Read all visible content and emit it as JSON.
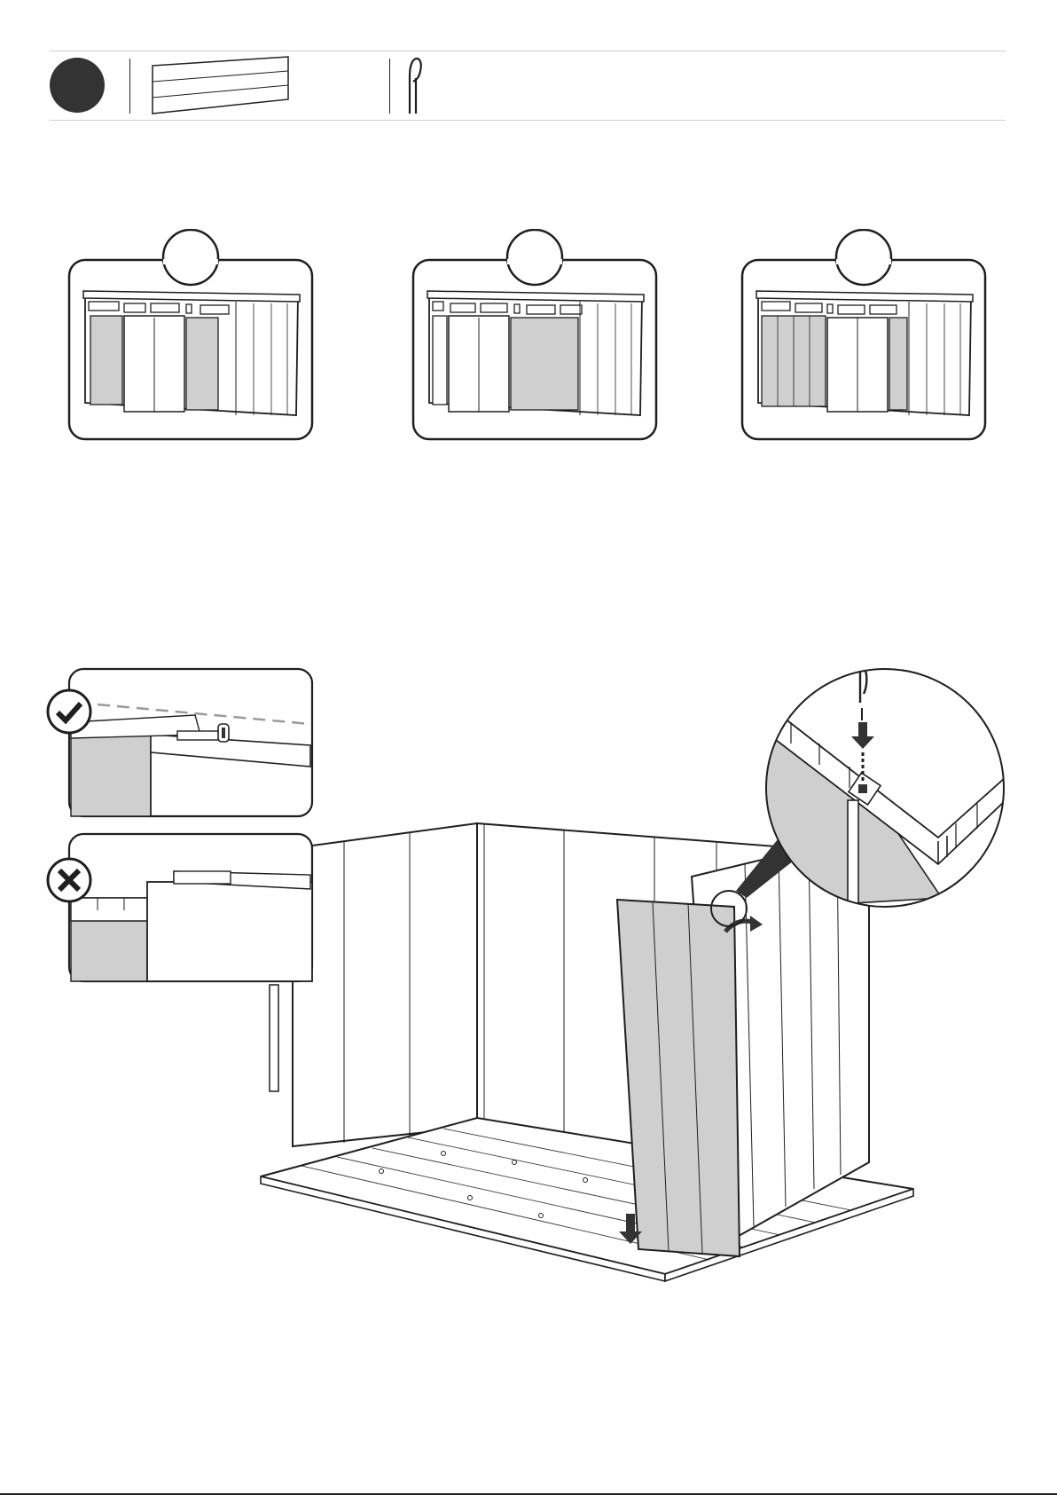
{
  "page": {
    "step_badge": "step-number-badge",
    "parts": [
      "wall-panel",
      "locking-pin"
    ],
    "variants": [
      "shed-variant-a",
      "shed-variant-b",
      "shed-variant-c"
    ],
    "status": {
      "correct": "checkmark-icon",
      "incorrect": "cross-icon"
    }
  },
  "colors": {
    "ink": "#1f1f1f",
    "panel_grey": "#cfcfcf",
    "badge": "#333333",
    "rule": "#cfcfcf"
  }
}
